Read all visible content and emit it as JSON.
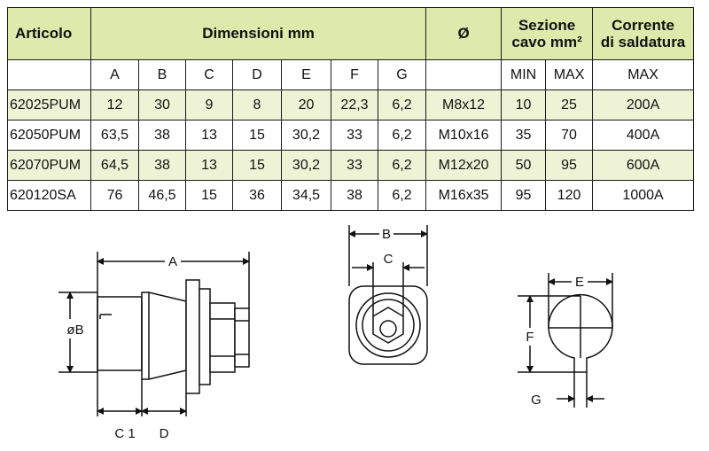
{
  "table": {
    "header": {
      "articolo": "Articolo",
      "dimensioni": "Dimensioni mm",
      "diametro": "Ø",
      "sezione_line1": "Sezione",
      "sezione_line2": "cavo mm²",
      "corrente_line1": "Corrente",
      "corrente_line2": "di saldatura"
    },
    "subheader": [
      "A",
      "B",
      "C",
      "D",
      "E",
      "F",
      "G",
      "MIN",
      "MAX",
      "MAX"
    ],
    "rows": [
      {
        "articolo": "62025PUM",
        "A": "12",
        "B": "30",
        "C": "9",
        "D": "8",
        "E": "20",
        "F": "22,3",
        "G": "6,2",
        "thread": "M8x12",
        "min": "10",
        "max": "25",
        "corrente": "200A"
      },
      {
        "articolo": "62050PUM",
        "A": "63,5",
        "B": "38",
        "C": "13",
        "D": "15",
        "E": "30,2",
        "F": "33",
        "G": "6,2",
        "thread": "M10x16",
        "min": "35",
        "max": "70",
        "corrente": "400A"
      },
      {
        "articolo": "62070PUM",
        "A": "64,5",
        "B": "38",
        "C": "13",
        "D": "15",
        "E": "30,2",
        "F": "33",
        "G": "6,2",
        "thread": "M12x20",
        "min": "50",
        "max": "95",
        "corrente": "600A"
      },
      {
        "articolo": "620120SA",
        "A": "76",
        "B": "46,5",
        "C": "15",
        "D": "36",
        "E": "34,5",
        "F": "38",
        "G": "6,2",
        "thread": "M16x35",
        "min": "95",
        "max": "120",
        "corrente": "1000A"
      }
    ]
  },
  "drawings": {
    "side_view": {
      "dim_a": "A",
      "dim_b": "øB",
      "dim_c1": "C 1",
      "dim_d": "D"
    },
    "front_view": {
      "dim_b": "B",
      "dim_c": "C"
    },
    "cable_view": {
      "dim_e": "E",
      "dim_f": "F",
      "dim_g": "G"
    }
  },
  "colors": {
    "header_bg": "#ddeaab",
    "alt_row_bg": "#eef3d6",
    "line": "#1a1a1a"
  }
}
